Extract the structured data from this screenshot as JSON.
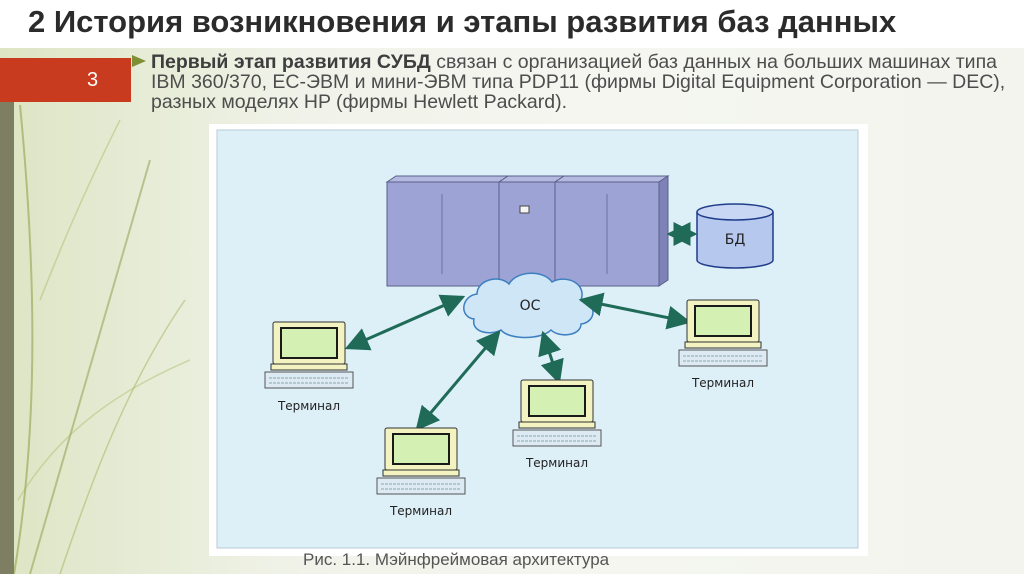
{
  "slide": {
    "title": "2 История возникновения и этапы развития баз данных",
    "number": "3",
    "intro": {
      "bold": "Первый этап развития СУБД",
      "rest": " связан с организацией баз данных на больших машинах типа IBM 360/370, ЕС-ЭВМ и мини-ЭВМ типа PDP11 (фирмы Digital Equipment Corporation — DEC), разных моделях HP (фирмы Hewlett Packard)."
    },
    "caption": "Рис. 1.1. Мэйнфреймовая архитектура"
  },
  "diagram": {
    "cloud_label": "ОС",
    "db_label": "БД",
    "terminal_label": "Терминал"
  },
  "colors": {
    "accent_red": "#c93b1f",
    "mainframe": "#9da3d4",
    "cloud": "#cfe6f7",
    "database": "#b7c8ee",
    "arrow": "#1f6b58",
    "diagram_bg": "#ddeff7",
    "terminal_case": "#f3f3c2"
  }
}
